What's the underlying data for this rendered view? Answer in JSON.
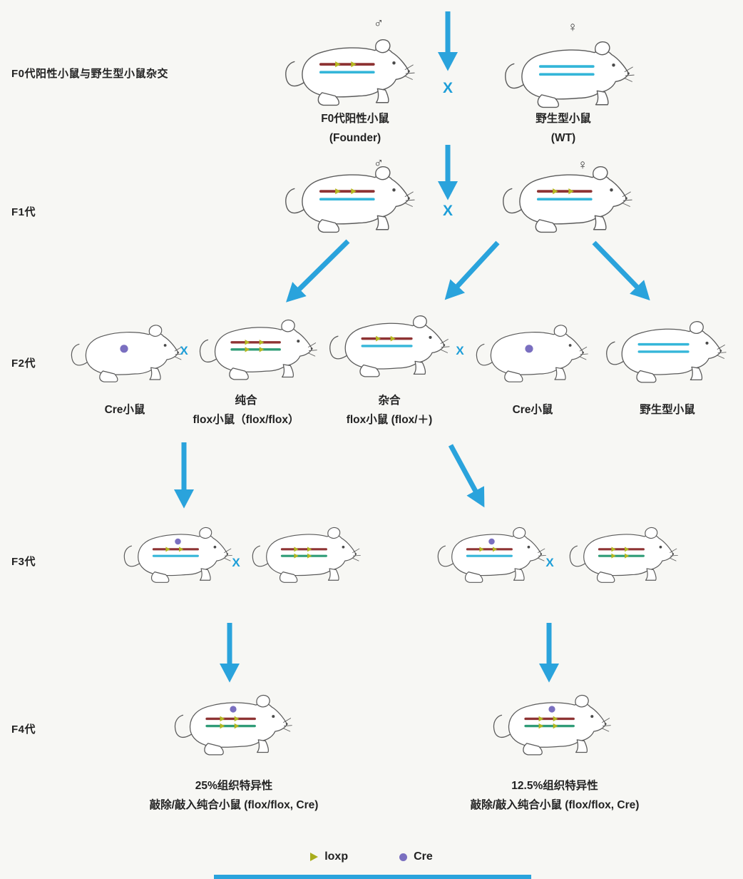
{
  "generation_labels": {
    "f0": "F0代阳性小鼠与野生型小鼠杂交",
    "f1": "F1代",
    "f2": "F2代",
    "f3": "F3代",
    "f4": "F4代"
  },
  "symbols": {
    "male": "♂",
    "female": "♀",
    "cross": "X"
  },
  "f0_captions": {
    "founder_name": "F0代阳性小鼠",
    "founder_sub": "(Founder)",
    "wt_name": "野生型小鼠",
    "wt_sub": "(WT)"
  },
  "f2_captions": {
    "cre_left": "Cre小鼠",
    "homo_title": "纯合",
    "homo_sub": "flox小鼠（flox/flox）",
    "het_title": "杂合",
    "het_sub": "flox小鼠 (flox/＋)",
    "cre_right": "Cre小鼠",
    "wt": "野生型小鼠"
  },
  "f4_captions": {
    "left_title": "25%组织特异性",
    "left_sub": "敲除/敲入纯合小鼠 (flox/flox, Cre)",
    "right_title": "12.5%组织特异性",
    "right_sub": "敲除/敲入纯合小鼠 (flox/flox, Cre)"
  },
  "legend": {
    "loxp": "loxp",
    "cre": "Cre"
  },
  "colors": {
    "arrow_blue": "#2aa3dc",
    "cross_blue": "#1d9ed8",
    "flox_allele_red": "#8e3333",
    "flox_allele_teal": "#2f9c77",
    "wt_allele_cyan": "#35b6d9",
    "loxp_mark_yellow": "#b5b821",
    "cre_marker_purple": "#7a6fc0"
  }
}
